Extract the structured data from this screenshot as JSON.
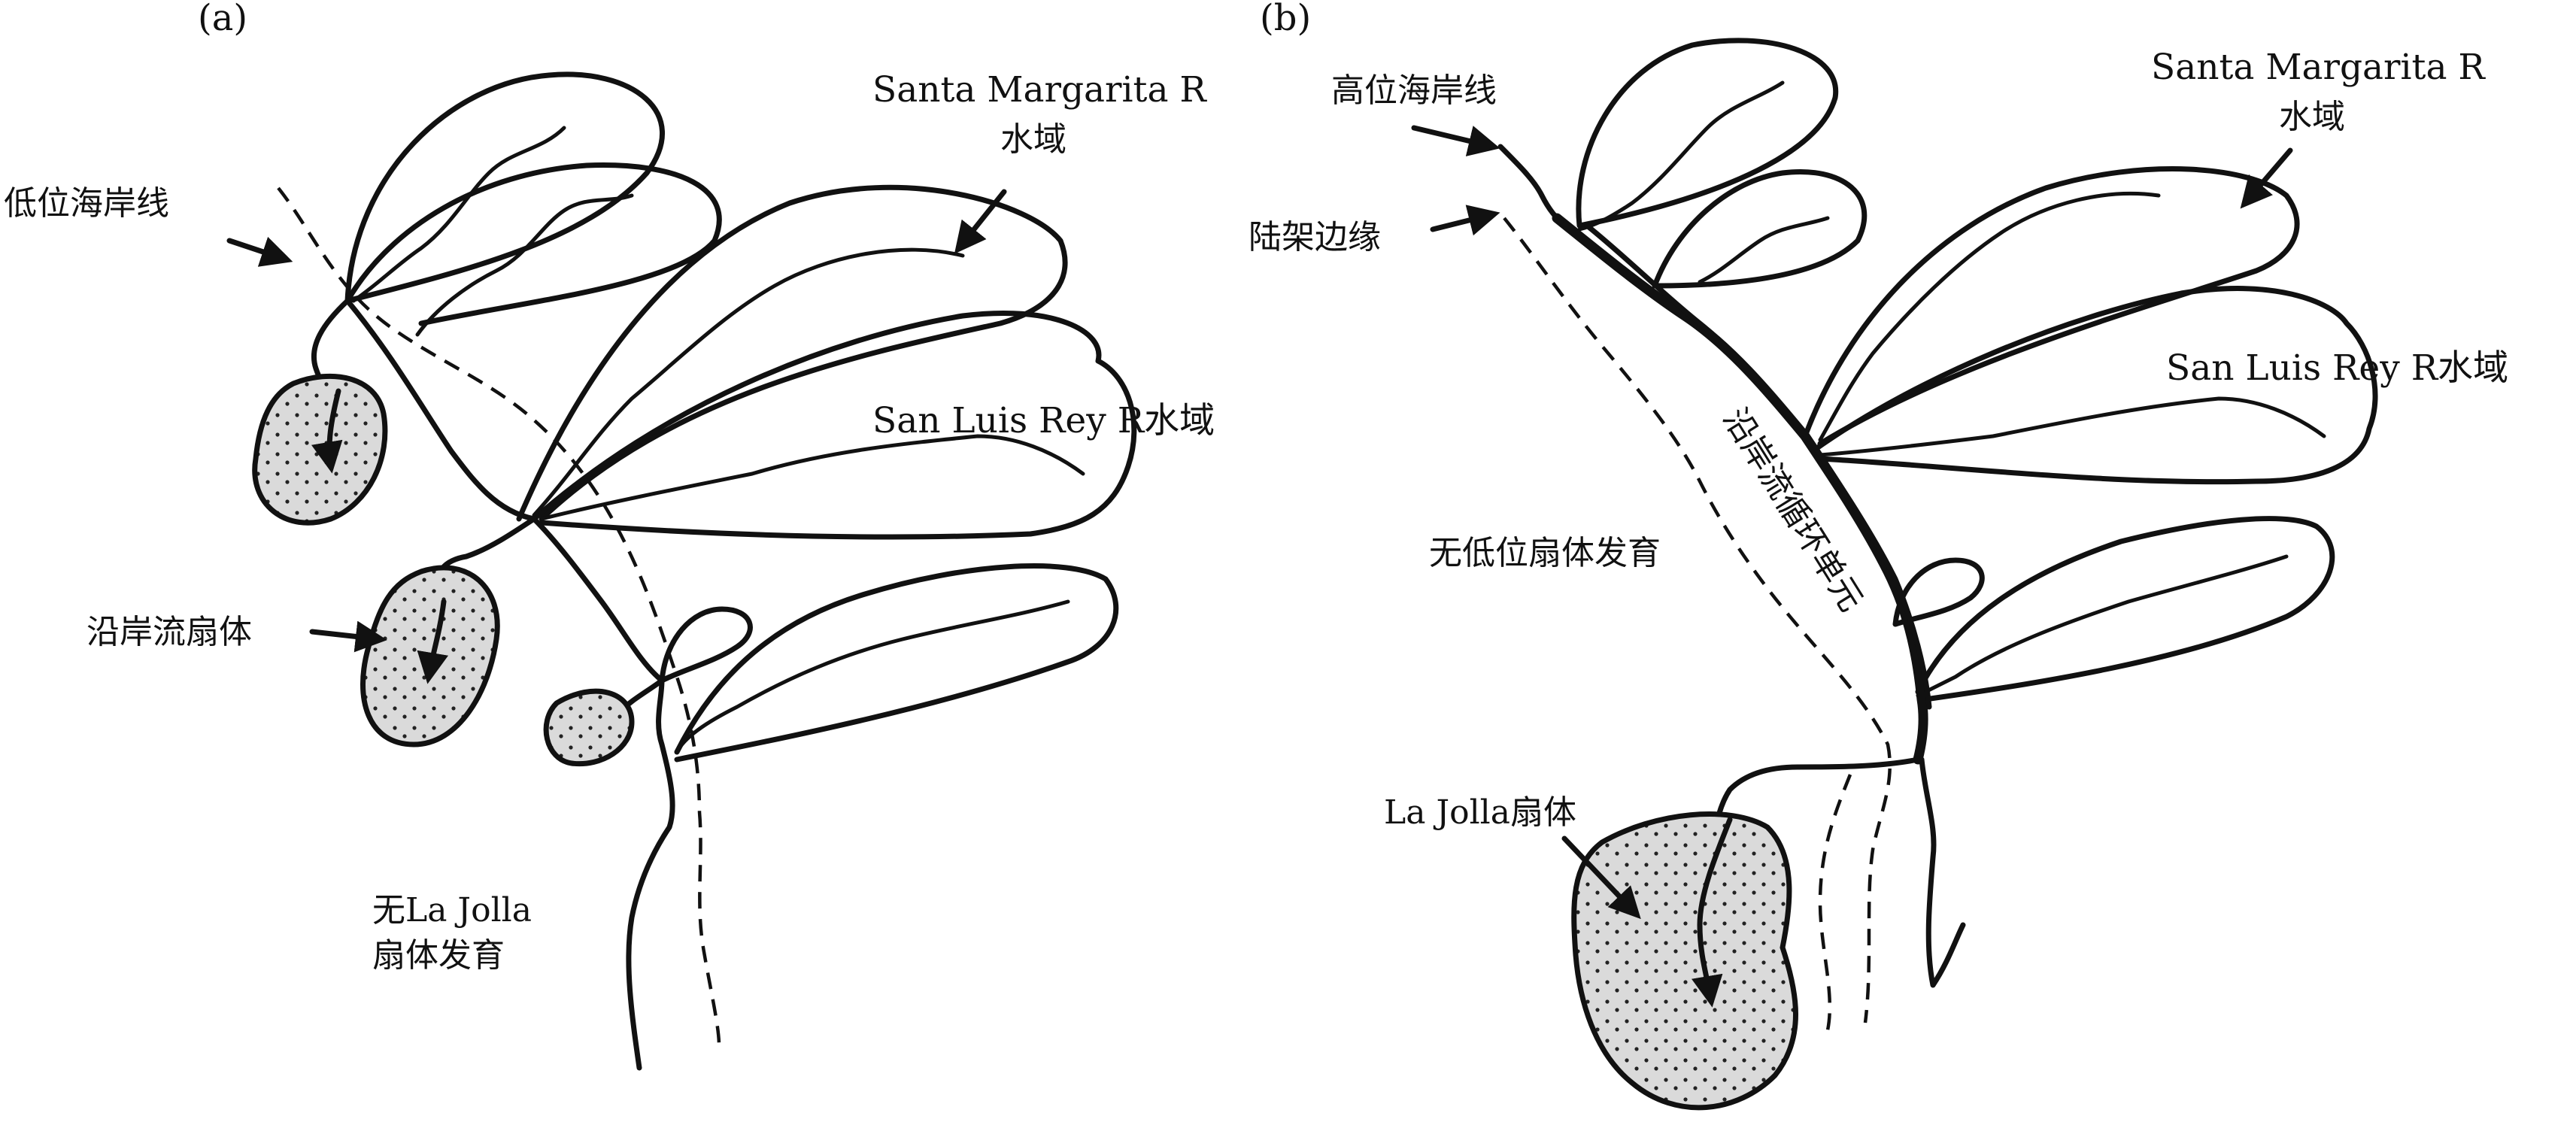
{
  "colors": {
    "line": "#111111",
    "fan_fill": "#dadada",
    "background": "#ffffff"
  },
  "panel_a": {
    "tag": "(a)",
    "lowstand_shoreline": "低位海岸线",
    "santa_margarita_line1": "Santa Margarita R",
    "santa_margarita_line2": "水域",
    "san_luis_rey": "San Luis Rey R水域",
    "longshore_fan": "沿岸流扇体",
    "no_la_jolla_line1": "无La Jolla",
    "no_la_jolla_line2": "扇体发育"
  },
  "panel_b": {
    "tag": "(b)",
    "highstand_shoreline": "高位海岸线",
    "shelf_edge": "陆架边缘",
    "santa_margarita_line1": "Santa Margarita R",
    "santa_margarita_line2": "水域",
    "san_luis_rey": "San Luis Rey R水域",
    "no_lowstand_fan": "无低位扇体发育",
    "longshore_cell": "沿岸流循环单元",
    "la_jolla_fan": "La Jolla扇体"
  }
}
